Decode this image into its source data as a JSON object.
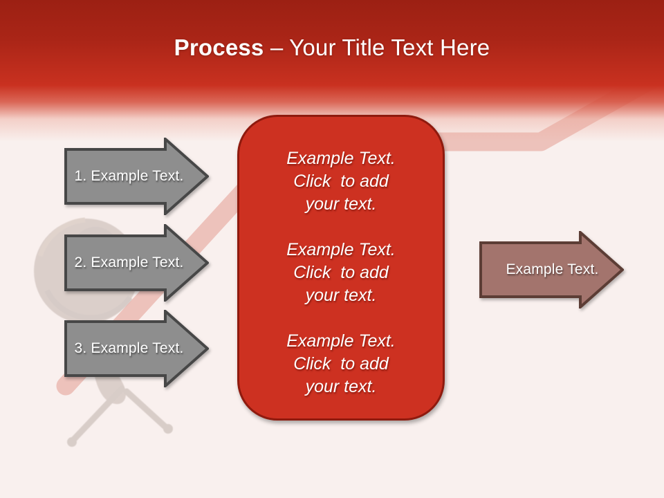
{
  "slide": {
    "title": {
      "bold": "Process",
      "rest": " – Your Title Text Here"
    },
    "left_arrows": [
      {
        "label": "1. Example Text."
      },
      {
        "label": "2. Example Text."
      },
      {
        "label": "3. Example Text."
      }
    ],
    "center_box": {
      "paragraphs": [
        "Example Text.\nClick  to add\nyour text.",
        "Example Text.\nClick  to add\nyour text.",
        "Example Text.\nClick  to add\nyour text."
      ]
    },
    "right_arrow": {
      "label": "Example Text."
    },
    "colors": {
      "header_red_top": "#9c2013",
      "header_red": "#c93120",
      "background": "#f9f0ee",
      "box_fill": "#cd3121",
      "box_border": "#8f1a0e",
      "gray_arrow_fill": "#8e8e8e",
      "gray_arrow_border": "#474747",
      "right_arrow_fill": "#a3746d",
      "right_arrow_border": "#5c3d35",
      "ribbon_pink": "#d9766a",
      "text_white": "#ffffff"
    }
  }
}
